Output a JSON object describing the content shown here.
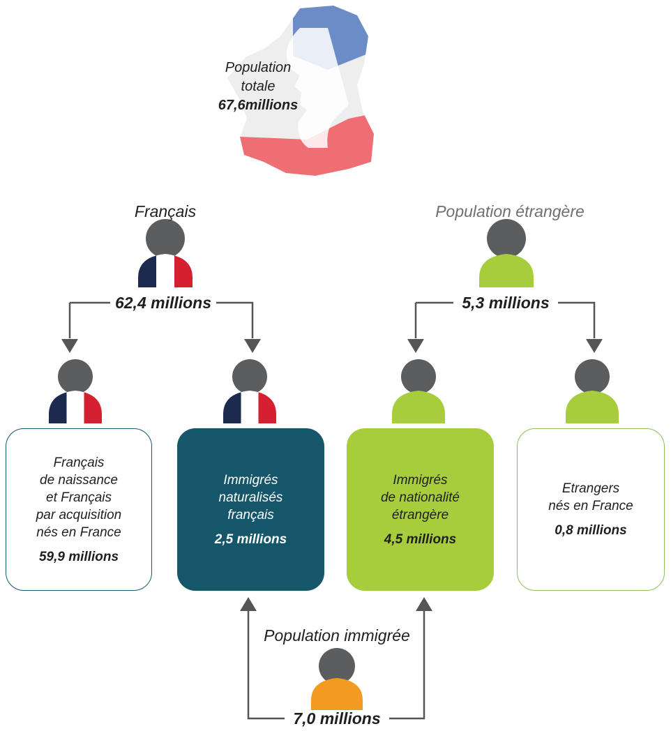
{
  "map": {
    "label_line1": "Population",
    "label_line2": "totale",
    "value": "67,6millions"
  },
  "groups": {
    "francais": {
      "title": "Français",
      "amount": "62,4 millions"
    },
    "etrangere": {
      "title": "Population étrangère",
      "amount": "5,3 millions"
    },
    "immigree": {
      "title": "Population immigrée",
      "amount": "7,0 millions"
    }
  },
  "boxes": [
    {
      "text": "Français\nde naissance\net Français\npar acquisition\nnés en France",
      "value": "59,9 millions"
    },
    {
      "text": "Immigrés\nnaturalisés\nfrançais",
      "value": "2,5 millions"
    },
    {
      "text": "Immigrés\nde nationalité\nétrangère",
      "value": "4,5 millions"
    },
    {
      "text": "Etrangers\nnés en France",
      "value": "0,8 millions"
    }
  ],
  "colors": {
    "flag_blue": "#1b2a4e",
    "flag_red": "#d42030",
    "head_grey": "#5b5d5f",
    "green": "#a8cd3c",
    "teal": "#15566b",
    "orange": "#f39a23",
    "connector": "#555555"
  }
}
